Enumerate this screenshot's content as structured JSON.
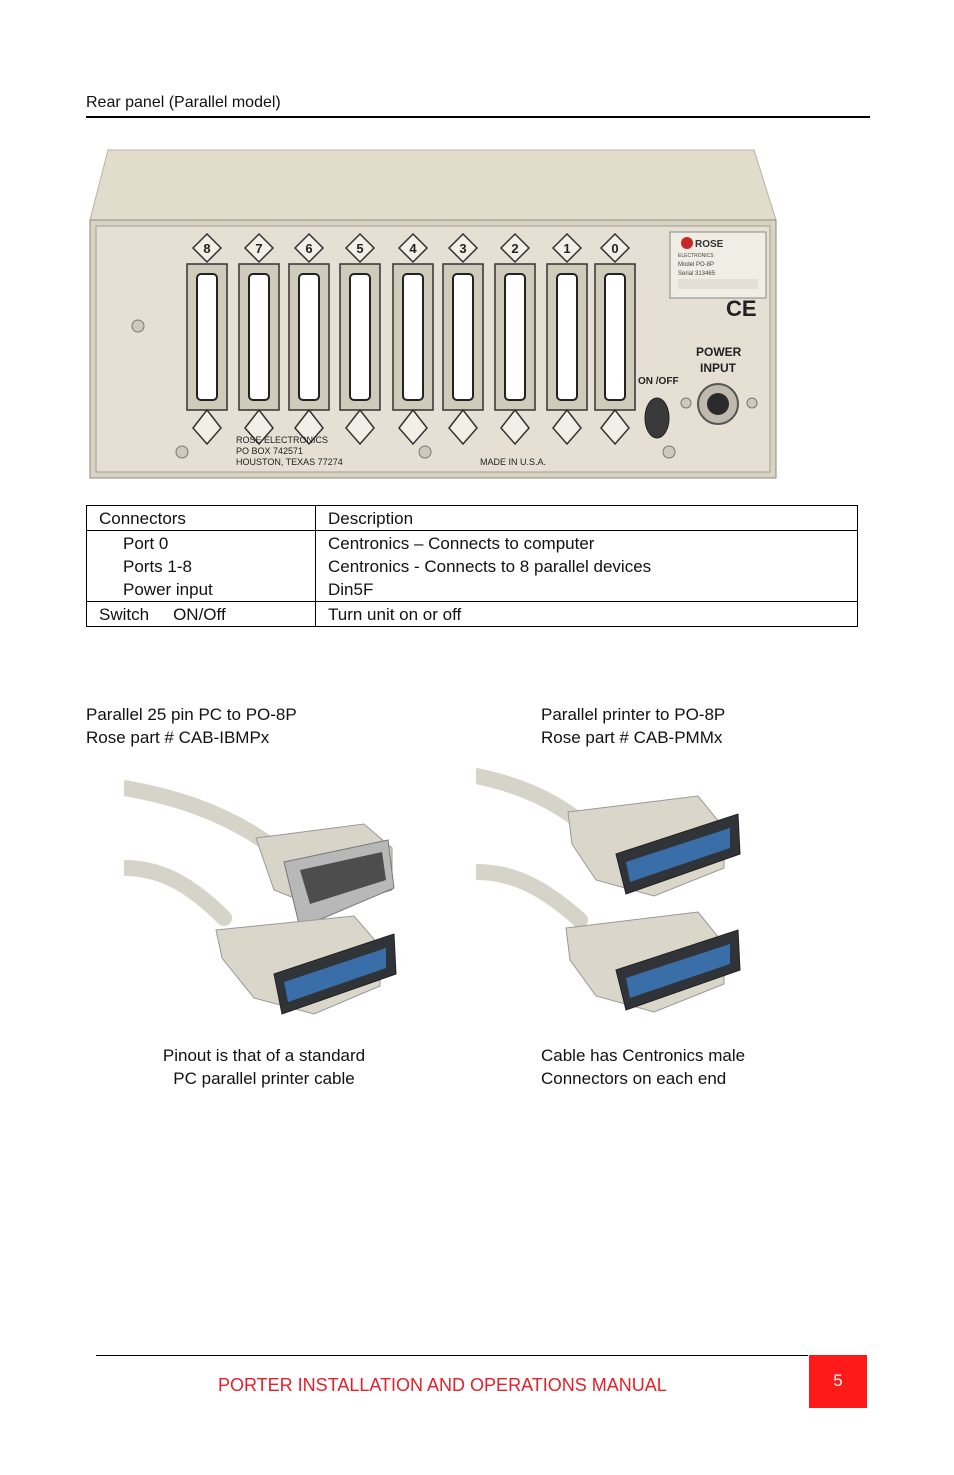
{
  "section_title": "Rear panel (Parallel model)",
  "panel": {
    "port_labels": [
      "8",
      "7",
      "6",
      "5",
      "4",
      "3",
      "2",
      "1",
      "0"
    ],
    "brand": "ROSE",
    "brand_sub": "ELECTRONICS",
    "model": "Model PO-8P",
    "serial": "Serial 313465",
    "ce_mark": "CE",
    "power_label_1": "POWER",
    "power_label_2": "INPUT",
    "onoff_label": "ON /OFF",
    "address_1": "ROSE ELECTRONICS",
    "address_2": "PO BOX 742571",
    "address_3": "HOUSTON, TEXAS 77274",
    "made_in": "MADE IN U.S.A."
  },
  "table": {
    "header": [
      "Connectors",
      "Description"
    ],
    "rows": [
      {
        "c1": [
          "Port 0",
          "Ports 1-8",
          "Power input"
        ],
        "c2": [
          "Centronics – Connects to computer",
          "Centronics - Connects to 8 parallel devices",
          "Din5F"
        ]
      },
      {
        "c1_a": "Switch",
        "c1_b": "ON/Off",
        "c2": "Turn unit on or off"
      }
    ]
  },
  "cables": {
    "left": {
      "title_1": "Parallel 25 pin PC to PO-8P",
      "title_2": "Rose part # CAB-IBMPx",
      "caption_1": "Pinout is that of a standard",
      "caption_2": "PC parallel printer cable"
    },
    "right": {
      "title_1": "Parallel printer to PO-8P",
      "title_2": "Rose part # CAB-PMMx",
      "caption_1": "Cable has Centronics male",
      "caption_2": "Connectors on each end"
    }
  },
  "footer": {
    "text": "PORTER INSTALLATION AND OPERATIONS MANUAL",
    "page_number": "5"
  }
}
